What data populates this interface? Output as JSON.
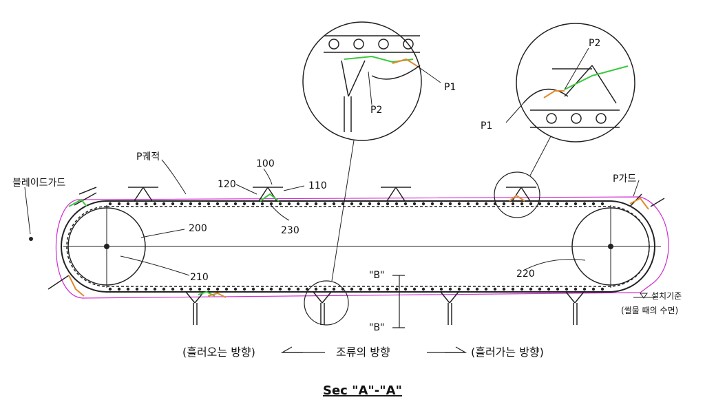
{
  "labels": {
    "blade_guard": "블레이드가드",
    "p_trajectory": "P궤적",
    "p_guard": "P가드",
    "ref_100": "100",
    "ref_110": "110",
    "ref_120": "120",
    "ref_230": "230",
    "ref_200": "200",
    "ref_210": "210",
    "ref_220": "220",
    "p1_left": "P1",
    "p2_left": "P2",
    "p1_right": "P1",
    "p2_right": "P2",
    "section_b_top": "\"B\"",
    "section_b_bottom": "\"B\"",
    "install_ref": "설치기준",
    "water_level": "(썰물 때의 수면)"
  },
  "flow": {
    "inflow": "(흘러오는 방향)",
    "tidal": "조류의 방향",
    "outflow": "(흘러가는 방향)"
  },
  "title": "Sec \"A\"-\"A\"",
  "colors": {
    "line": "#222222",
    "trajectory": "#d12ad1",
    "green": "#3cc83c",
    "orange": "#e08a2a"
  }
}
